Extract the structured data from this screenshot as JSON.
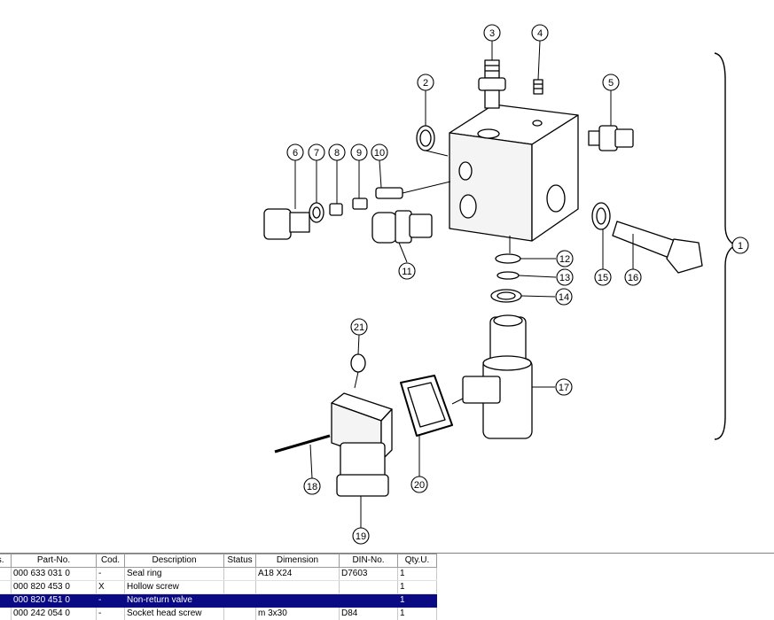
{
  "diagram": {
    "callouts": [
      "1",
      "2",
      "3",
      "4",
      "5",
      "6",
      "7",
      "8",
      "9",
      "10",
      "11",
      "12",
      "13",
      "14",
      "15",
      "16",
      "17",
      "18",
      "19",
      "20",
      "21"
    ]
  },
  "table": {
    "columns": [
      "Pos.",
      "Part-No.",
      "Cod.",
      "Description",
      "Status",
      "Dimension",
      "DIN-No.",
      "Qty.U."
    ],
    "rows": [
      {
        "pos": "",
        "part_no": "000 633 031 0",
        "cod": "-",
        "description": "Seal ring",
        "status": "",
        "dimension": "A18 X24",
        "din_no": "D7603",
        "qty": "1"
      },
      {
        "pos": "",
        "part_no": "000 820 453 0",
        "cod": "X",
        "description": "Hollow screw",
        "status": "",
        "dimension": "",
        "din_no": "",
        "qty": "1"
      },
      {
        "pos": "",
        "part_no": "000 820 451 0",
        "cod": "-",
        "description": "Non-return valve",
        "status": "",
        "dimension": "",
        "din_no": "",
        "qty": "1"
      },
      {
        "pos": "",
        "part_no": "000 242 054 0",
        "cod": "-",
        "description": "Socket head screw",
        "status": "",
        "dimension": "m 3x30",
        "din_no": "D84",
        "qty": "1"
      }
    ],
    "selected_row": 2
  },
  "colors": {
    "selection": "#0a0a84",
    "selection_text": "#ffffff"
  }
}
